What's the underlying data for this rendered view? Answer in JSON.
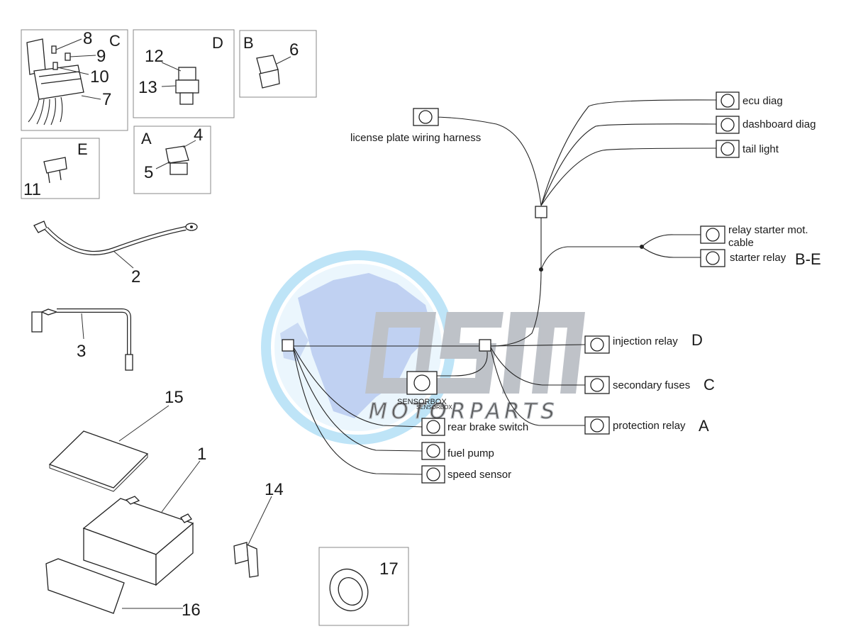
{
  "watermark": {
    "brand": "OSM",
    "subtitle": "MOTORPARTS",
    "colors": {
      "globe": "#9fd4f2",
      "land": "#8ca9e6",
      "letters": "#b3b8bf"
    }
  },
  "part_numbers": [
    "1",
    "2",
    "3",
    "4",
    "5",
    "6",
    "7",
    "8",
    "9",
    "10",
    "11",
    "12",
    "13",
    "14",
    "15",
    "16",
    "17"
  ],
  "group_letters": {
    "A": "A",
    "B": "B",
    "C": "C",
    "D": "D",
    "E": "E"
  },
  "connectors": {
    "license_plate": "license plate wiring harness",
    "ecu_diag": "ecu diag",
    "dashboard_diag": "dashboard diag",
    "tail_light": "tail light",
    "relay_starter_mot_1": "relay starter mot.",
    "relay_starter_mot_2": "cable",
    "starter_relay": "starter relay",
    "injection_relay": "injection relay",
    "secondary_fuses": "secondary fuses",
    "protection_relay": "protection relay",
    "rear_brake_switch": "rear brake switch",
    "fuel_pump": "fuel pump",
    "speed_sensor": "speed sensor",
    "sensorbox": "SENSORBOX",
    "sensorbox_small": "SENSORBOX"
  },
  "connector_letters": {
    "starter_relay": "B-E",
    "injection_relay": "D",
    "secondary_fuses": "C",
    "protection_relay": "A"
  }
}
